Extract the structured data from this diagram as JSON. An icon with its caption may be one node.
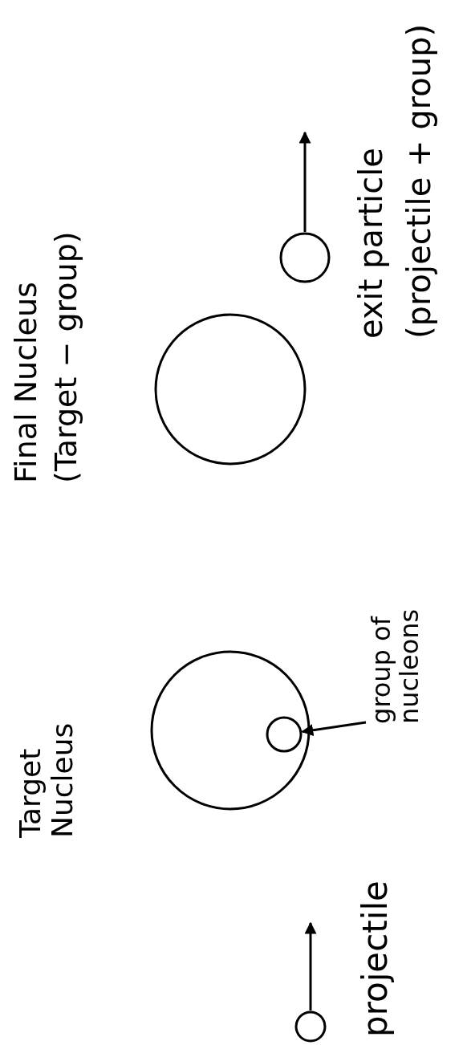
{
  "diagram": {
    "nodes": [
      {
        "text": [],
        "shape": "circle",
        "beside": [
          "projectile"
        ]
      },
      {
        "text": [
          "Target Nucleus"
        ]
      },
      {
        "text": [],
        "shape": "circle",
        "in": 1
      },
      {
        "text": [
          "group of nucleons"
        ]
      },
      {
        "text": [
          "Final Nucleus",
          "(Target − group)"
        ]
      },
      {
        "text": [],
        "shape": "circle",
        "beside": [
          "exit particle",
          "(projectile + group)"
        ]
      }
    ],
    "edges": [
      {
        "from": 0,
        "to": null,
        "arrow": "to"
      },
      {
        "from": 3,
        "to": 2,
        "arrow": "to"
      },
      {
        "from": 5,
        "to": null,
        "arrow": "to"
      }
    ]
  }
}
